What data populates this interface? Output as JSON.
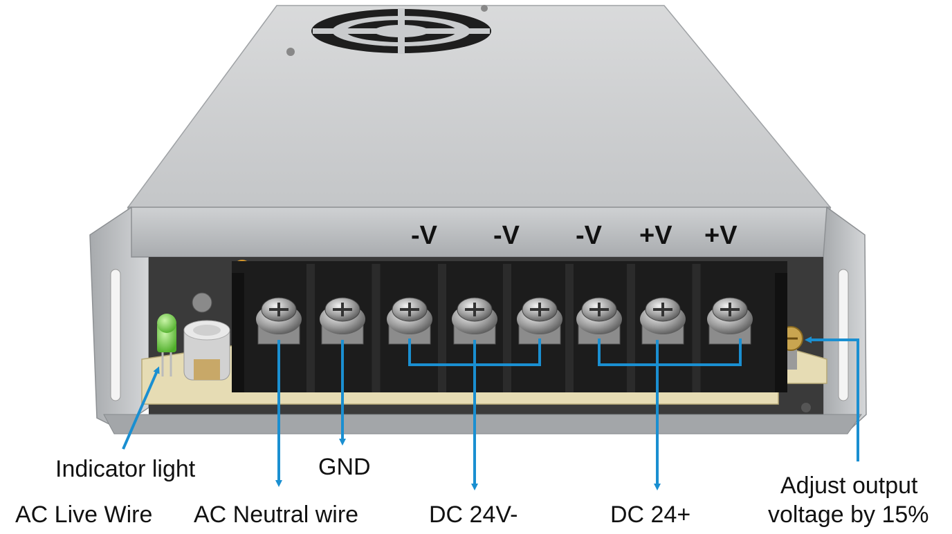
{
  "terminal_labels": [
    "-V",
    "-V",
    "-V",
    "+V",
    "+V"
  ],
  "callouts": {
    "indicator": "Indicator light",
    "gnd": "GND",
    "ac_live": "AC Live Wire",
    "ac_neutral": "AC Neutral wire",
    "dc_neg": "DC 24V-",
    "dc_pos": "DC 24+",
    "adjust_line1": "Adjust output",
    "adjust_line2": "voltage by 15%"
  },
  "colors": {
    "arrow": "#1a8fd1",
    "terminal_block": "#1c1c1c",
    "case": "#b9bcbf",
    "pcb": "#e6dcb4",
    "led": "#7ed957"
  }
}
